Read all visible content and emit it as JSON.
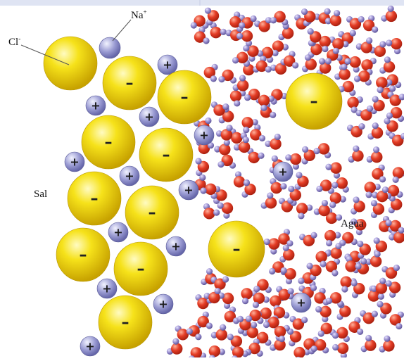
{
  "labels": {
    "chloride": "Cl",
    "chloride_charge": "-",
    "sodium": "Na",
    "sodium_charge": "+",
    "salt": "Sal",
    "water": "Agua"
  },
  "ion_signs": {
    "chloride": "–",
    "sodium": "+"
  },
  "colors": {
    "chloride_ion": "#f2d800",
    "sodium_ion": "#8f90cc",
    "water_oxygen": "#e03620",
    "water_hydrogen": "#8a7fc2",
    "top_band": "#dfe4f3"
  }
}
